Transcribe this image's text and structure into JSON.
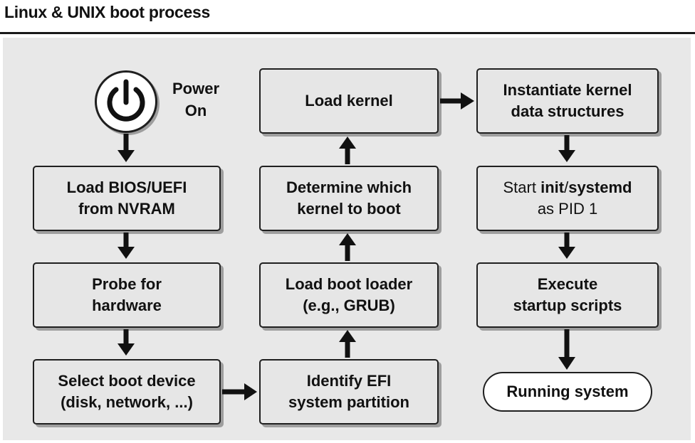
{
  "title": "Linux & UNIX boot process",
  "power": {
    "icon": "power-icon",
    "label_line1": "Power",
    "label_line2": "On"
  },
  "steps": {
    "load_bios": {
      "line1": "Load BIOS/UEFI",
      "line2": "from NVRAM"
    },
    "probe_hw": {
      "line1": "Probe for",
      "line2": "hardware"
    },
    "select_boot": {
      "line1": "Select boot device",
      "line2": "(disk, network, ...)"
    },
    "identify_efi": {
      "line1": "Identify EFI",
      "line2": "system partition"
    },
    "load_loader": {
      "line1": "Load boot loader",
      "line2": "(e.g., GRUB)"
    },
    "determine_kernel": {
      "line1": "Determine which",
      "line2": "kernel to boot"
    },
    "load_kernel": {
      "line1": "Load kernel"
    },
    "instantiate": {
      "line1": "Instantiate kernel",
      "line2": "data structures"
    },
    "start_init": {
      "prefix": "Start ",
      "init": "init",
      "slash": "/",
      "systemd": "systemd",
      "line2": "as PID 1"
    },
    "execute": {
      "line1": "Execute",
      "line2": "startup scripts"
    },
    "running": {
      "label": "Running system"
    }
  },
  "colors": {
    "box_fill": "#e6e6e6",
    "panel": "#e8e8e8",
    "border": "#1f1f1f",
    "shadow": "#9e9e9e"
  }
}
